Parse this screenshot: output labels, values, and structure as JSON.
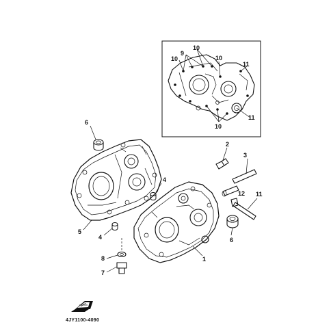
{
  "diagram": {
    "drawing_code": "4JY1100-4090",
    "callouts": [
      "1",
      "2",
      "3",
      "4",
      "4",
      "5",
      "6",
      "6",
      "7",
      "8",
      "9",
      "10",
      "10",
      "10",
      "11",
      "11",
      "11",
      "12"
    ]
  }
}
